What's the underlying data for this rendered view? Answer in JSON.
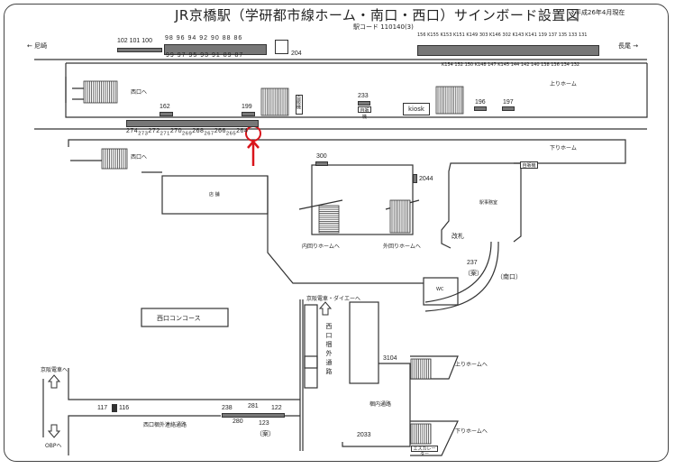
{
  "header": {
    "title": "JR京橋駅（学研都市線ホーム・南口・西口）サインボード設置図",
    "date": "平成26年4月現在",
    "station_code": "駅コード 110140(3)"
  },
  "directions": {
    "left": "尼崎",
    "right": "長尾",
    "left_arrow": "←",
    "right_arrow": "→"
  },
  "top_signs": {
    "left_upper": [
      "102",
      "101",
      "100",
      "98",
      "96",
      "94",
      "92",
      "90",
      "88",
      "86"
    ],
    "left_lower": [
      "99",
      "97",
      "95",
      "93",
      "91",
      "89",
      "87"
    ],
    "box_label": "204",
    "right_upper": [
      "156",
      "K155",
      "K153",
      "K151",
      "K149",
      "303",
      "K146",
      "302",
      "K143",
      "K141",
      "139",
      "137",
      "135",
      "133",
      "131"
    ],
    "right_lower": [
      "K154",
      "152",
      "150",
      "K148",
      "147",
      "K145",
      "144",
      "142",
      "140",
      "138",
      "136",
      "134",
      "132"
    ]
  },
  "up_platform": {
    "label": "上りホーム",
    "west_exit": "西口へ",
    "signs": [
      "162",
      "199",
      "233",
      "196",
      "197"
    ],
    "vending": "自販機",
    "kiosk": "kiosk"
  },
  "mid_signs": {
    "upper": [
      "274",
      "272",
      "270",
      "268",
      "266",
      "264"
    ],
    "lower": [
      "273",
      "271",
      "269",
      "267",
      "265"
    ],
    "highlight": "264"
  },
  "down_platform": {
    "label": "下りホーム",
    "west_exit": "西口へ",
    "shop": "店 舗",
    "vending": "自販機",
    "sign_300": "300",
    "sign_2044": "2044",
    "inner_loop": "内回りホームへ",
    "outer_loop": "外回りホームへ",
    "office": "駅事務室",
    "gate": "改札",
    "sign_237": "237",
    "sign_237_note": "（案）",
    "south_exit": "（南口）",
    "wc": "WC"
  },
  "west_concourse": {
    "label": "西口コンコース",
    "keihan_daiei": "京阪電車・ダイエーへ",
    "outside_path": "西口梱外通路",
    "inside_path": "梱内通路",
    "sign_3104": "3104",
    "sign_2033": "2033",
    "up_platform_to": "上りホームへ",
    "down_platform_to": "下りホームへ",
    "escalator": "エスカレーター",
    "keihan": "京阪電車へ",
    "obp": "OBPへ",
    "connection_path": "西口梱外連絡通路",
    "sign_117": "117",
    "sign_116": "116",
    "signs_upper": [
      "238",
      "281",
      "122"
    ],
    "signs_lower": [
      "280",
      "123"
    ],
    "note": "（案）"
  },
  "colors": {
    "highlight": "#d9141b",
    "sign_fill": "#777777",
    "line": "#333333"
  }
}
